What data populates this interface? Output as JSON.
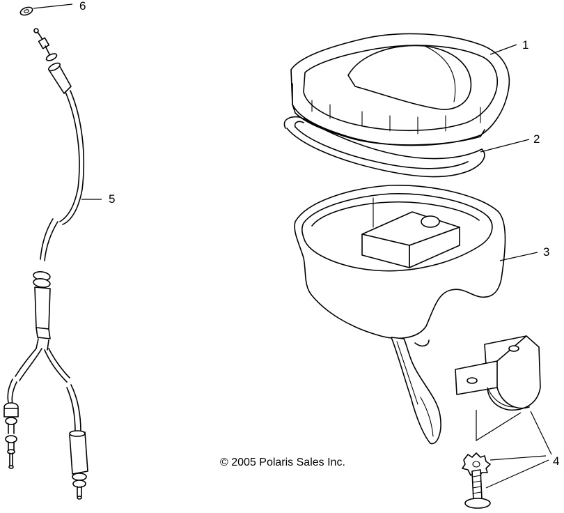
{
  "diagram": {
    "callouts": [
      {
        "id": "1",
        "label": "1"
      },
      {
        "id": "2",
        "label": "2"
      },
      {
        "id": "3",
        "label": "3"
      },
      {
        "id": "4",
        "label": "4"
      },
      {
        "id": "5",
        "label": "5"
      },
      {
        "id": "6",
        "label": "6"
      }
    ],
    "copyright": "© 2005 Polaris Sales Inc."
  }
}
